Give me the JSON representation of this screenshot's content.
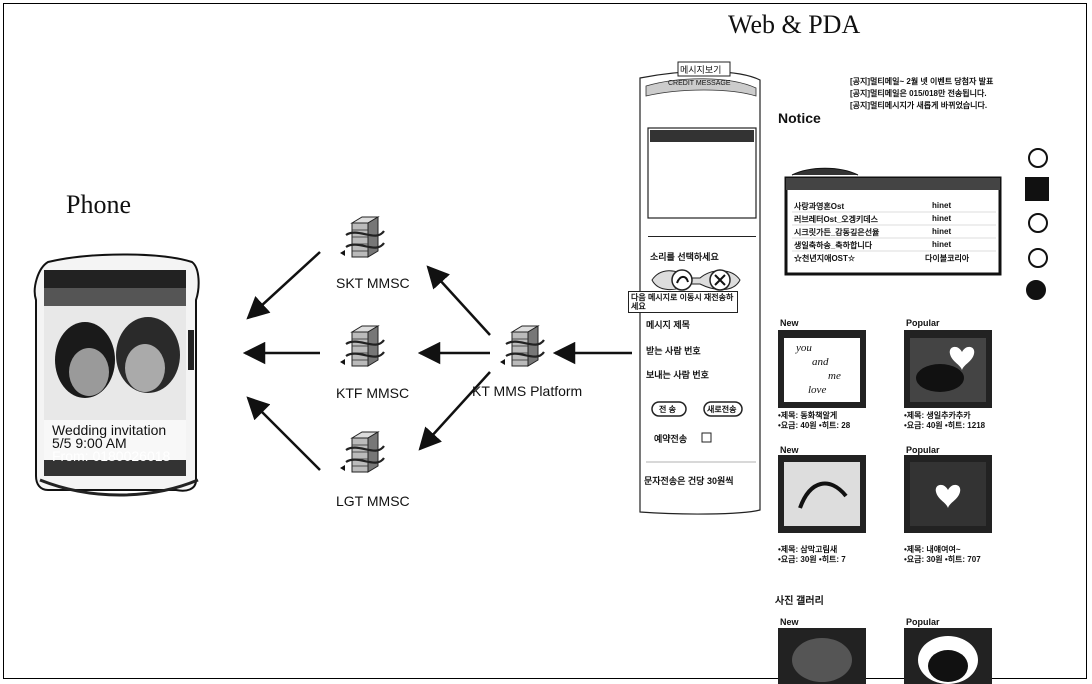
{
  "labels": {
    "web_pda": "Web & PDA",
    "phone": "Phone",
    "skt": "SKT MMSC",
    "ktf": "KTF MMSC",
    "lgt": "LGT MMSC",
    "platform": "KT MMS Platform"
  },
  "phone_screen": {
    "line1": "Wedding invitation",
    "line2": "5/5  9:00 AM",
    "line3": "From: 0180026018"
  },
  "web": {
    "title_button": "메시지보기",
    "header_text": "CREDIT MESSAGE",
    "sound_prompt": "소리를 선택하세요",
    "tooltip": "다음 메시지로 이동시 재전송하세요",
    "form_subject": "메시지 제목",
    "form_recipient": "받는 사람 번호",
    "form_sender": "보내는 사람 번호",
    "btn_send": "전 송",
    "btn_reset": "새로전송",
    "reserve": "예약전송",
    "fee": "문자전송은 건당 30원씩",
    "notices": [
      "[공지]멀티메일~ 2월 넷 이벤트 당첨자 발표",
      "[공지]멀티메일은 015/018만 전송됩니다.",
      "[공지]멀티메시지가 새롭게 바뀌었습니다."
    ],
    "notice_title": "Notice",
    "music_rows": [
      {
        "title": "사랑과영혼Ost",
        "by": "hinet"
      },
      {
        "title": "러브레터Ost_오겡키데스",
        "by": "hinet"
      },
      {
        "title": "시크릿가든_감동깊은선율",
        "by": "hinet"
      },
      {
        "title": "생일축하송_축하합니다",
        "by": "hinet"
      },
      {
        "title": "☆천년지애OST☆",
        "by": "다이볼코리아"
      }
    ],
    "gallery_new": "New",
    "gallery_popular": "Popular",
    "thumb1_caption": [
      "•제목: 동화책알게",
      "•요금: 40원  •히트: 28"
    ],
    "thumb2_caption": [
      "•제목: 생일추카추카",
      "•요금: 40원  •히트: 1218"
    ],
    "thumb3_caption": [
      "•제목: 삼막고림새",
      "•요금: 30원  •히트: 7"
    ],
    "thumb4_caption": [
      "•제목: 내얘여여~",
      "•요금: 30원  •히트: 707"
    ],
    "photo_gallery": "사진 갤러리",
    "note_text": [
      "you",
      "and",
      "me",
      "love"
    ]
  }
}
